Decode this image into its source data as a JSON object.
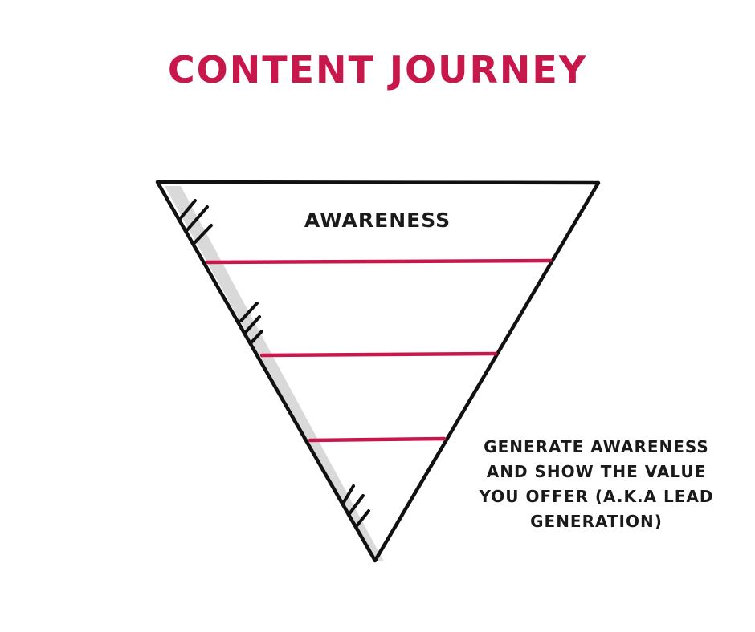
{
  "title": "CONTENT JOURNEY",
  "funnel": {
    "stage_label": "AWARENESS",
    "divider_count": 3,
    "outline_color": "#111111",
    "divider_color": "#c8174b",
    "shadow_color": "#d9d9d9"
  },
  "note": "GENERATE AWARENESS AND SHOW THE VALUE YOU OFFER (A.K.A LEAD GENERATION)",
  "colors": {
    "accent": "#c8174b",
    "text": "#1a1a1a",
    "background": "#ffffff"
  }
}
